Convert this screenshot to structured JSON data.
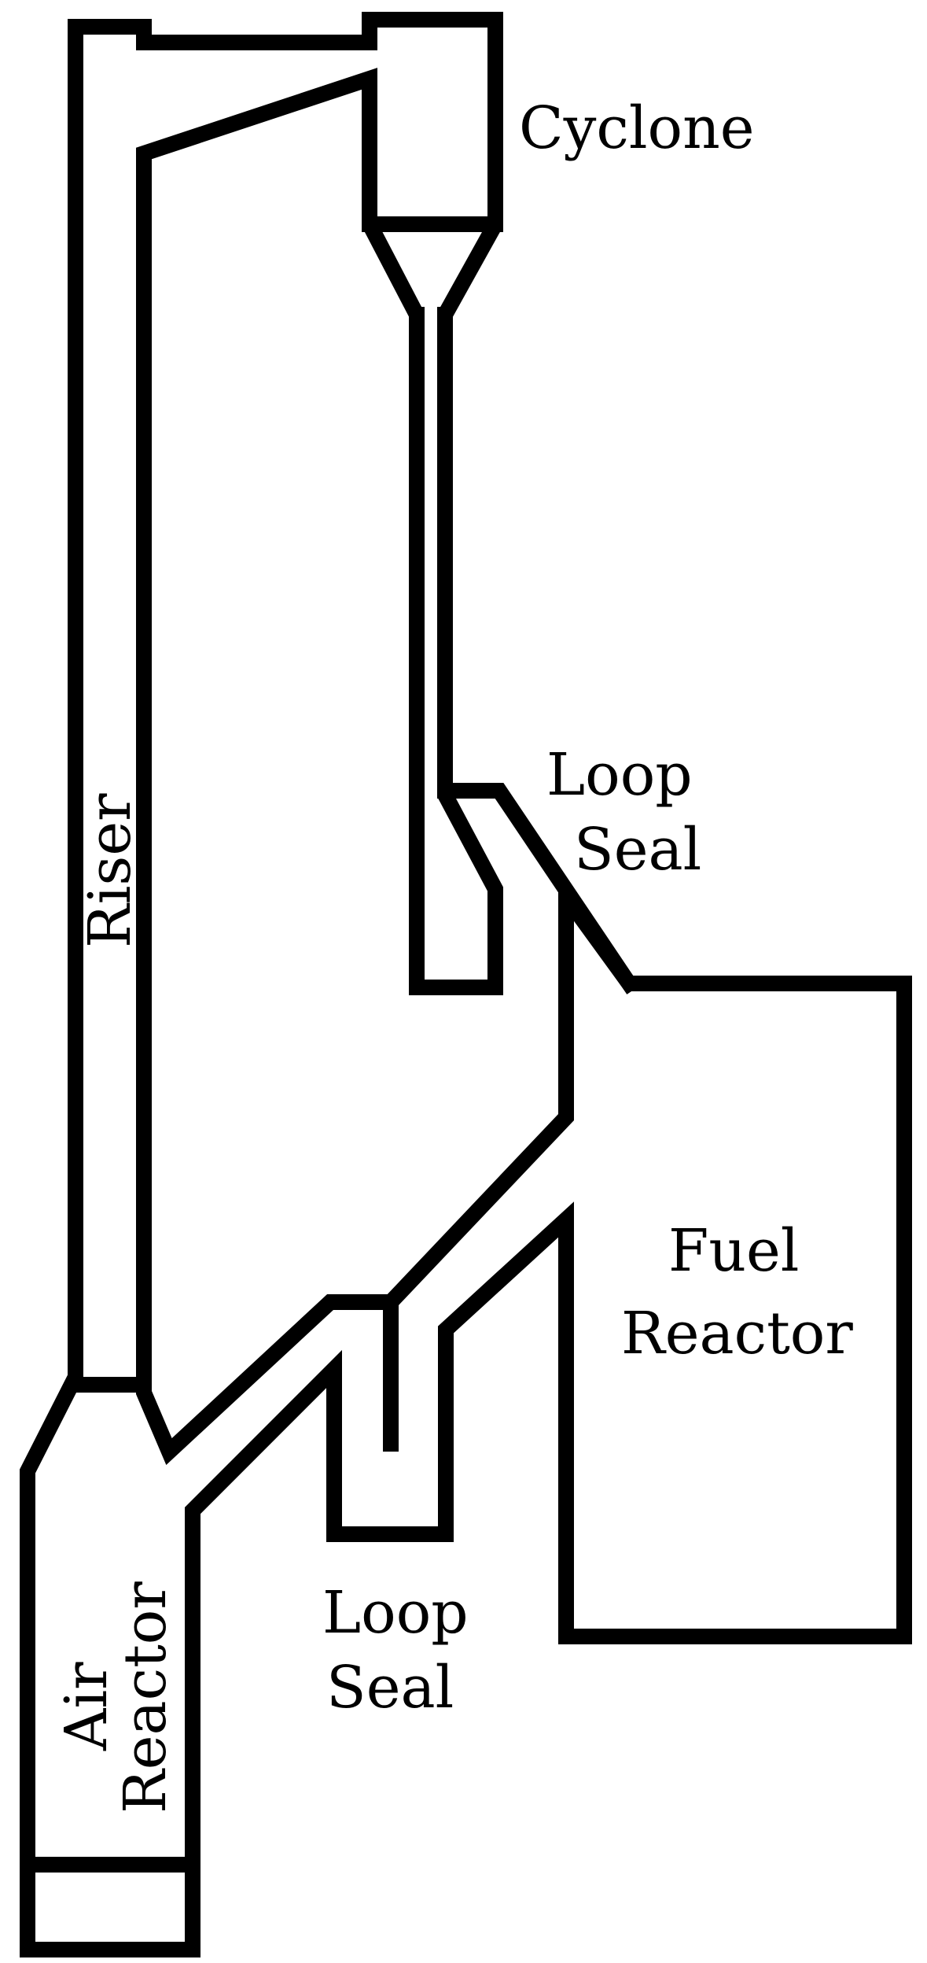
{
  "labels": {
    "cyclone": "Cyclone",
    "riser": "Riser",
    "loop_seal_top": [
      "Loop",
      "Seal"
    ],
    "loop_seal_bottom": [
      "Loop",
      "Seal"
    ],
    "fuel_reactor": [
      "Fuel",
      "Reactor"
    ],
    "air_reactor": [
      "Air",
      "Reactor"
    ]
  },
  "colors": {
    "line": "#000000",
    "background": "#ffffff"
  }
}
